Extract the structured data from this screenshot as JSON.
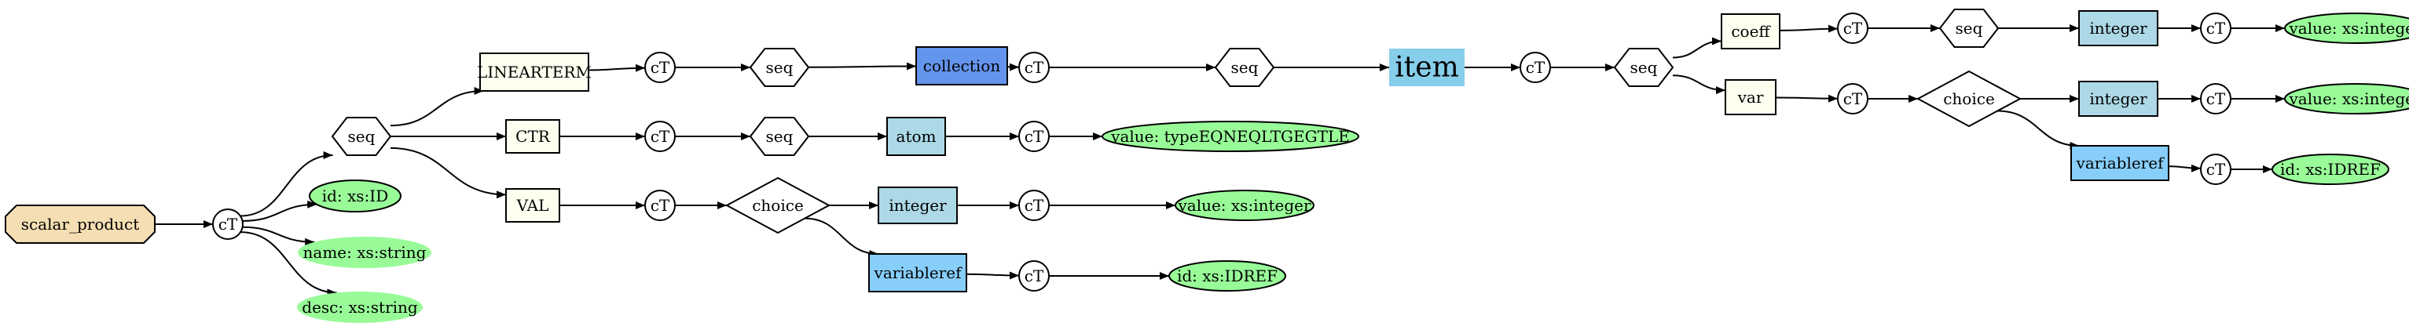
{
  "nodes": {
    "root": {
      "label": "scalar_product",
      "shape": "octagon",
      "fill": "#f5deb3"
    },
    "ct_root": {
      "label": "cT",
      "shape": "circle",
      "fill": "#ffffff"
    },
    "seq1": {
      "label": "seq",
      "shape": "hexagon",
      "fill": "#ffffff"
    },
    "attr_id": {
      "label": "id: xs:ID",
      "shape": "ellipse",
      "fill": "#98fb98",
      "outline": true
    },
    "attr_name": {
      "label": "name: xs:string",
      "shape": "ellipse",
      "fill": "#98fb98",
      "outline": false
    },
    "attr_desc": {
      "label": "desc: xs:string",
      "shape": "ellipse",
      "fill": "#98fb98",
      "outline": false
    },
    "linearterm": {
      "label": "LINEARTERM",
      "shape": "box",
      "fill": "#fffff0"
    },
    "ctr": {
      "label": "CTR",
      "shape": "box",
      "fill": "#fffff0"
    },
    "val": {
      "label": "VAL",
      "shape": "box",
      "fill": "#fffff0"
    },
    "ct_lt": {
      "label": "cT",
      "shape": "circle",
      "fill": "#ffffff"
    },
    "ct_ctr": {
      "label": "cT",
      "shape": "circle",
      "fill": "#ffffff"
    },
    "ct_val": {
      "label": "cT",
      "shape": "circle",
      "fill": "#ffffff"
    },
    "seq_lt": {
      "label": "seq",
      "shape": "hexagon",
      "fill": "#ffffff"
    },
    "seq_ctr": {
      "label": "seq",
      "shape": "hexagon",
      "fill": "#ffffff"
    },
    "choice_val": {
      "label": "choice",
      "shape": "diamond",
      "fill": "#ffffff"
    },
    "collection": {
      "label": "collection",
      "shape": "box",
      "fill": "#6495ed"
    },
    "atom": {
      "label": "atom",
      "shape": "box",
      "fill": "#add8e6"
    },
    "int_val": {
      "label": "integer",
      "shape": "box",
      "fill": "#add8e6"
    },
    "vref_val": {
      "label": "variableref",
      "shape": "box",
      "fill": "#87cefa"
    },
    "ct_coll": {
      "label": "cT",
      "shape": "circle",
      "fill": "#ffffff"
    },
    "ct_atom": {
      "label": "cT",
      "shape": "circle",
      "fill": "#ffffff"
    },
    "ct_intval": {
      "label": "cT",
      "shape": "circle",
      "fill": "#ffffff"
    },
    "ct_vrefval": {
      "label": "cT",
      "shape": "circle",
      "fill": "#ffffff"
    },
    "atom_value": {
      "label": "value: typeEQNEQLTGEGTLE",
      "shape": "ellipse",
      "fill": "#98fb98",
      "outline": true
    },
    "int_value": {
      "label": "value: xs:integer",
      "shape": "ellipse",
      "fill": "#98fb98",
      "outline": true
    },
    "vref_id": {
      "label": "id: xs:IDREF",
      "shape": "ellipse",
      "fill": "#98fb98",
      "outline": true
    },
    "seq_coll": {
      "label": "seq",
      "shape": "hexagon",
      "fill": "#ffffff"
    },
    "item": {
      "label": "item",
      "shape": "box",
      "fill": "#87ceeb",
      "noborder": true,
      "big": true
    },
    "ct_item": {
      "label": "cT",
      "shape": "circle",
      "fill": "#ffffff"
    },
    "seq_item": {
      "label": "seq",
      "shape": "hexagon",
      "fill": "#ffffff"
    },
    "coeff": {
      "label": "coeff",
      "shape": "box",
      "fill": "#fffff0"
    },
    "var": {
      "label": "var",
      "shape": "box",
      "fill": "#fffff0"
    },
    "ct_coeff": {
      "label": "cT",
      "shape": "circle",
      "fill": "#ffffff"
    },
    "ct_var": {
      "label": "cT",
      "shape": "circle",
      "fill": "#ffffff"
    },
    "seq_coeff": {
      "label": "seq",
      "shape": "hexagon",
      "fill": "#ffffff"
    },
    "choice_var": {
      "label": "choice",
      "shape": "diamond",
      "fill": "#ffffff"
    },
    "int_coeff": {
      "label": "integer",
      "shape": "box",
      "fill": "#add8e6"
    },
    "int_var": {
      "label": "integer",
      "shape": "box",
      "fill": "#add8e6"
    },
    "vref_var": {
      "label": "variableref",
      "shape": "box",
      "fill": "#87cefa"
    },
    "ct_intcoeff": {
      "label": "cT",
      "shape": "circle",
      "fill": "#ffffff"
    },
    "ct_intvar": {
      "label": "cT",
      "shape": "circle",
      "fill": "#ffffff"
    },
    "ct_vrefvar": {
      "label": "cT",
      "shape": "circle",
      "fill": "#ffffff"
    },
    "intcoeff_value": {
      "label": "value: xs:integer",
      "shape": "ellipse",
      "fill": "#98fb98",
      "outline": true
    },
    "intvar_value": {
      "label": "value: xs:integer",
      "shape": "ellipse",
      "fill": "#98fb98",
      "outline": true
    },
    "vrefvar_id": {
      "label": "id: xs:IDREF",
      "shape": "ellipse",
      "fill": "#98fb98",
      "outline": true
    }
  },
  "edges": [
    [
      "root",
      "ct_root"
    ],
    [
      "ct_root",
      "seq1"
    ],
    [
      "ct_root",
      "attr_id"
    ],
    [
      "ct_root",
      "attr_name"
    ],
    [
      "ct_root",
      "attr_desc"
    ],
    [
      "seq1",
      "linearterm"
    ],
    [
      "seq1",
      "ctr"
    ],
    [
      "seq1",
      "val"
    ],
    [
      "linearterm",
      "ct_lt"
    ],
    [
      "ctr",
      "ct_ctr"
    ],
    [
      "val",
      "ct_val"
    ],
    [
      "ct_lt",
      "seq_lt"
    ],
    [
      "ct_ctr",
      "seq_ctr"
    ],
    [
      "ct_val",
      "choice_val"
    ],
    [
      "seq_lt",
      "collection"
    ],
    [
      "seq_ctr",
      "atom"
    ],
    [
      "choice_val",
      "int_val"
    ],
    [
      "choice_val",
      "vref_val"
    ],
    [
      "collection",
      "ct_coll"
    ],
    [
      "atom",
      "ct_atom"
    ],
    [
      "int_val",
      "ct_intval"
    ],
    [
      "vref_val",
      "ct_vrefval"
    ],
    [
      "ct_atom",
      "atom_value"
    ],
    [
      "ct_intval",
      "int_value"
    ],
    [
      "ct_vrefval",
      "vref_id"
    ],
    [
      "ct_coll",
      "seq_coll"
    ],
    [
      "seq_coll",
      "item"
    ],
    [
      "item",
      "ct_item"
    ],
    [
      "ct_item",
      "seq_item"
    ],
    [
      "seq_item",
      "coeff"
    ],
    [
      "seq_item",
      "var"
    ],
    [
      "coeff",
      "ct_coeff"
    ],
    [
      "var",
      "ct_var"
    ],
    [
      "ct_coeff",
      "seq_coeff"
    ],
    [
      "ct_var",
      "choice_var"
    ],
    [
      "seq_coeff",
      "int_coeff"
    ],
    [
      "choice_var",
      "int_var"
    ],
    [
      "choice_var",
      "vref_var"
    ],
    [
      "int_coeff",
      "ct_intcoeff"
    ],
    [
      "int_var",
      "ct_intvar"
    ],
    [
      "vref_var",
      "ct_vrefvar"
    ],
    [
      "ct_intcoeff",
      "intcoeff_value"
    ],
    [
      "ct_intvar",
      "intvar_value"
    ],
    [
      "ct_vrefvar",
      "vrefvar_id"
    ]
  ]
}
